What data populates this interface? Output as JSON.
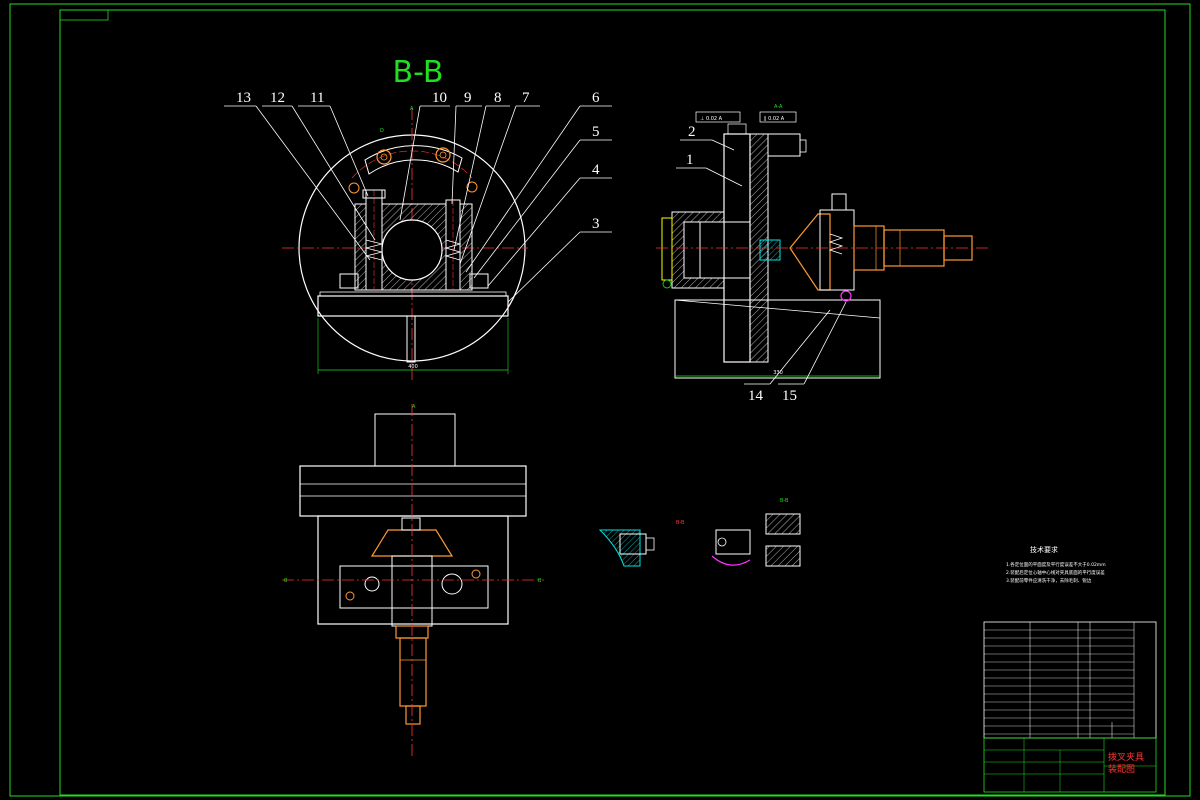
{
  "view_title": "B-B",
  "section_marker": "B-B",
  "part_labels": [
    "13",
    "12",
    "11",
    "10",
    "9",
    "8",
    "7",
    "6",
    "5",
    "4",
    "3",
    "2",
    "1",
    "14",
    "15"
  ],
  "technical_requirements": {
    "heading": "技术要求",
    "lines": [
      "1.各定位面的平面度及平行度误差不大于0.02mm",
      "2.装配后定位心轴中心线对夹具底面的平行度误差",
      "3.装配前零件应清洗干净，去除毛刺、锐边"
    ]
  },
  "title_block": {
    "drawing_title": "拨叉夹具",
    "drawing_subtitle": "装配图"
  },
  "colors": {
    "frame": "#22dd22",
    "outline": "#ffffff",
    "centerline": "#ff3333",
    "dimension": "#22dd22",
    "hidden": "#ffff00",
    "accent_cyan": "#00e5e5",
    "accent_magenta": "#ff33ff",
    "accent_orange": "#ff9933"
  }
}
